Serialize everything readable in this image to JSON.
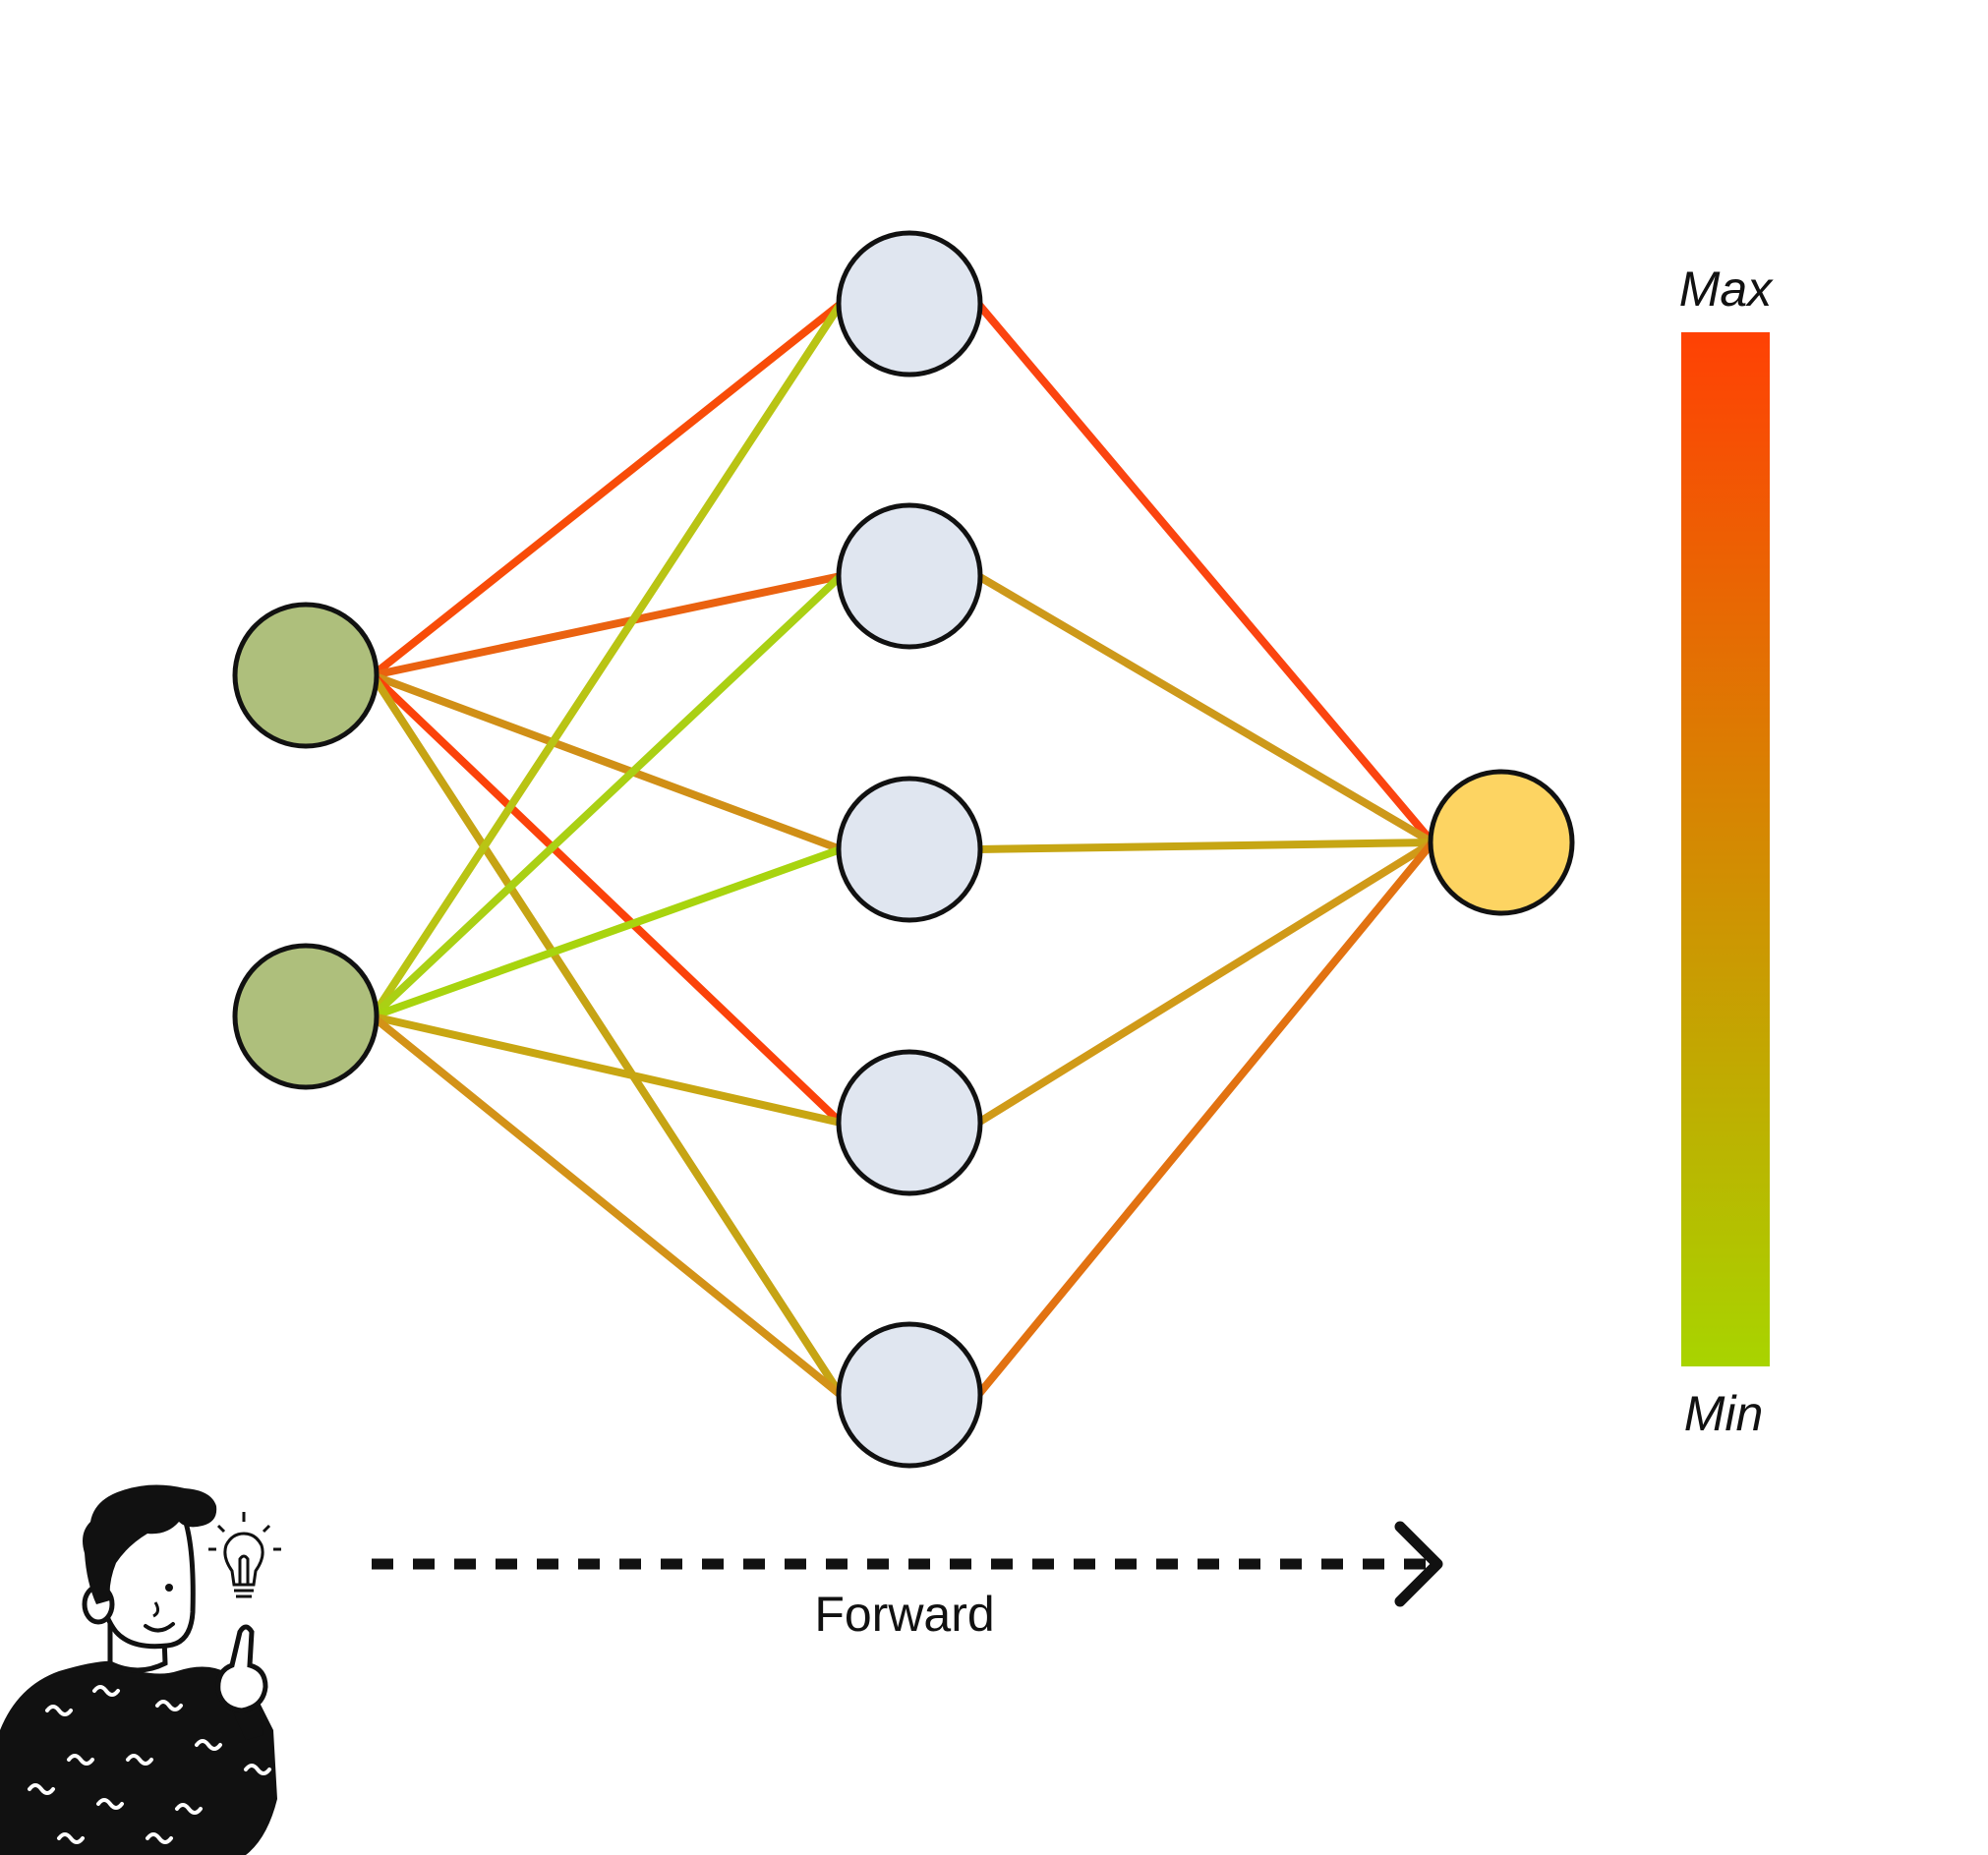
{
  "diagram": {
    "layers": [
      {
        "name": "input",
        "nodes": 2,
        "fill": "#aebf7c"
      },
      {
        "name": "hidden",
        "nodes": 5,
        "fill": "#e0e6f0"
      },
      {
        "name": "output",
        "nodes": 1,
        "fill": "#fdd462"
      }
    ],
    "node_stroke": "#111111",
    "edges_input_hidden": [
      {
        "from": 0,
        "to": 0,
        "color": "#f84c08"
      },
      {
        "from": 0,
        "to": 1,
        "color": "#ea6210"
      },
      {
        "from": 0,
        "to": 2,
        "color": "#d08f16"
      },
      {
        "from": 0,
        "to": 3,
        "color": "#fb420a"
      },
      {
        "from": 0,
        "to": 4,
        "color": "#c6a414"
      },
      {
        "from": 1,
        "to": 0,
        "color": "#b9c414"
      },
      {
        "from": 1,
        "to": 1,
        "color": "#aad014"
      },
      {
        "from": 1,
        "to": 2,
        "color": "#a8d40e"
      },
      {
        "from": 1,
        "to": 3,
        "color": "#c8a612"
      },
      {
        "from": 1,
        "to": 4,
        "color": "#d39218"
      }
    ],
    "edges_hidden_output": [
      {
        "from": 0,
        "color": "#fb4410"
      },
      {
        "from": 1,
        "color": "#cd991a"
      },
      {
        "from": 2,
        "color": "#c6a614"
      },
      {
        "from": 3,
        "color": "#d09a18"
      },
      {
        "from": 4,
        "color": "#e27211"
      }
    ]
  },
  "legend": {
    "max_label": "Max",
    "min_label": "Min",
    "max_color": "#ff4104",
    "min_color": "#a8d400"
  },
  "direction": {
    "label": "Forward"
  },
  "illustration": {
    "icon": "person-idea-icon"
  }
}
